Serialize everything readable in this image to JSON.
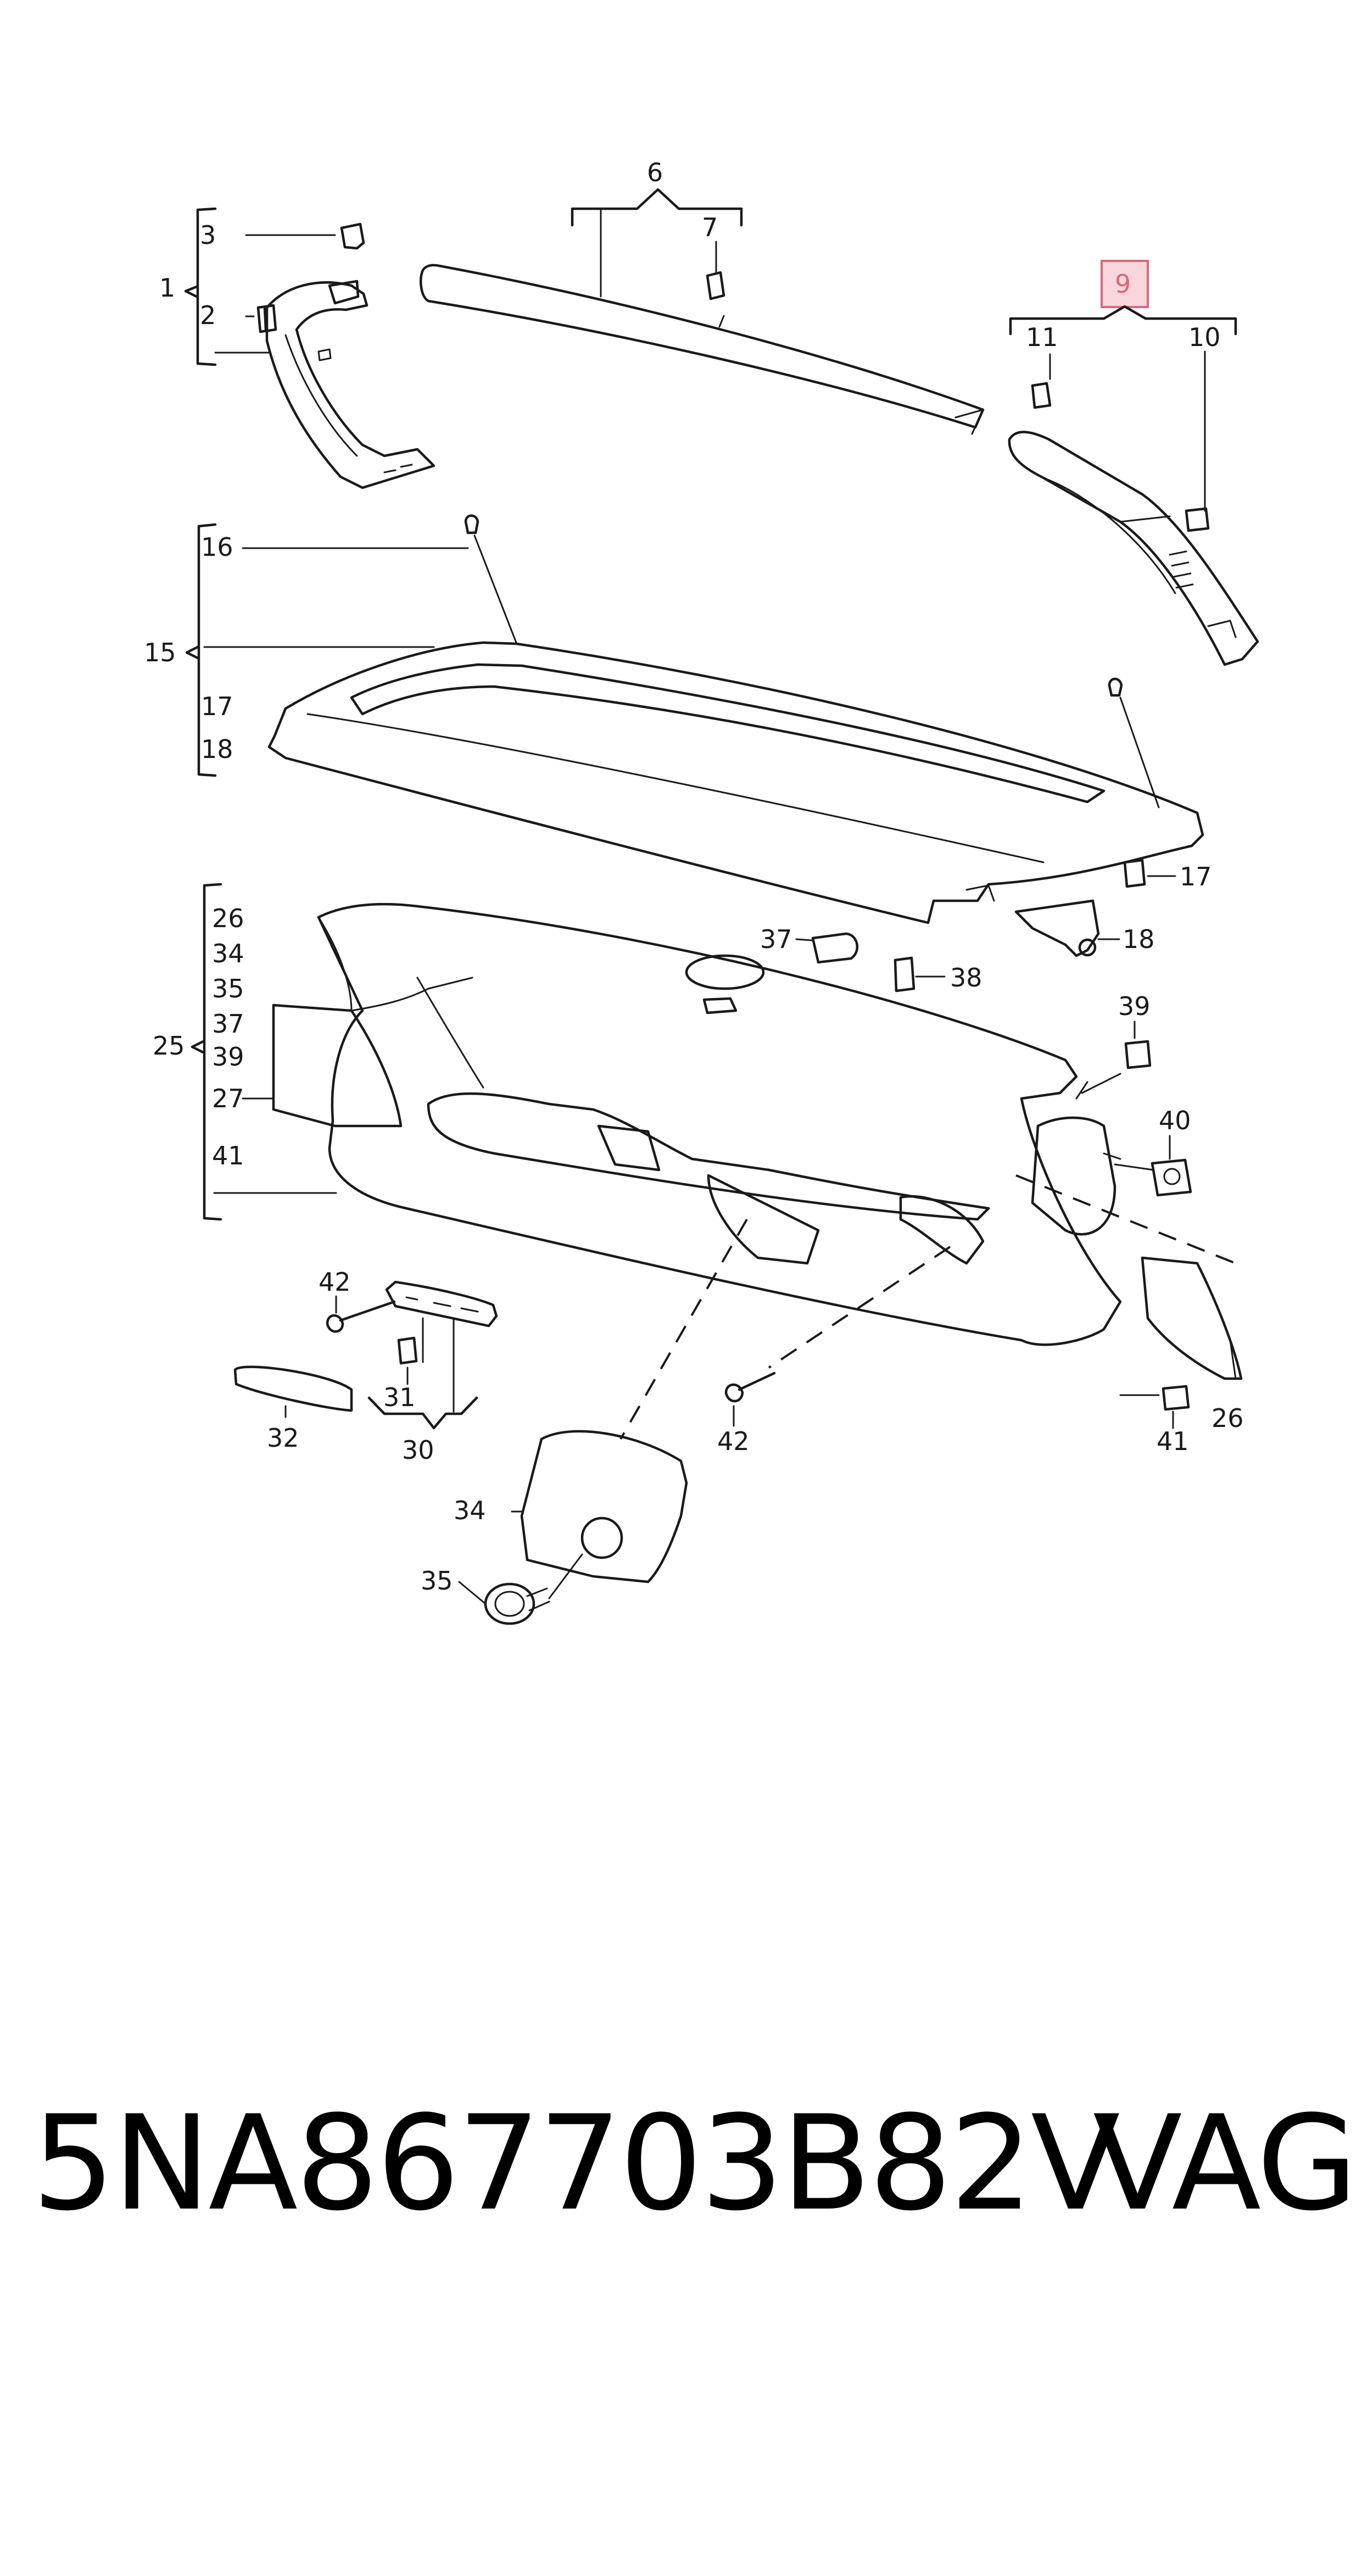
{
  "callouts": {
    "c1": "1",
    "c2": "2",
    "c3": "3",
    "c6": "6",
    "c7": "7",
    "c9": "9",
    "c10": "10",
    "c11": "11",
    "c15": "15",
    "c16": "16",
    "c17a": "17",
    "c18a": "18",
    "c17b": "17",
    "c18b": "18",
    "c25": "25",
    "c26a": "26",
    "c34a": "34",
    "c35a": "35",
    "c37a": "37",
    "c39a": "39",
    "c27": "27",
    "c41a": "41",
    "c37b": "37",
    "c38": "38",
    "c39b": "39",
    "c40": "40",
    "c42a": "42",
    "c31": "31",
    "c32": "32",
    "c30": "30",
    "c42b": "42",
    "c41b": "41",
    "c26b": "26",
    "c34b": "34",
    "c35b": "35"
  },
  "highlight": {
    "color": "#d9677a",
    "fill": "#f9d6dc"
  },
  "footer": {
    "part_number": "5NA867703B82V",
    "brand": "VAG"
  }
}
